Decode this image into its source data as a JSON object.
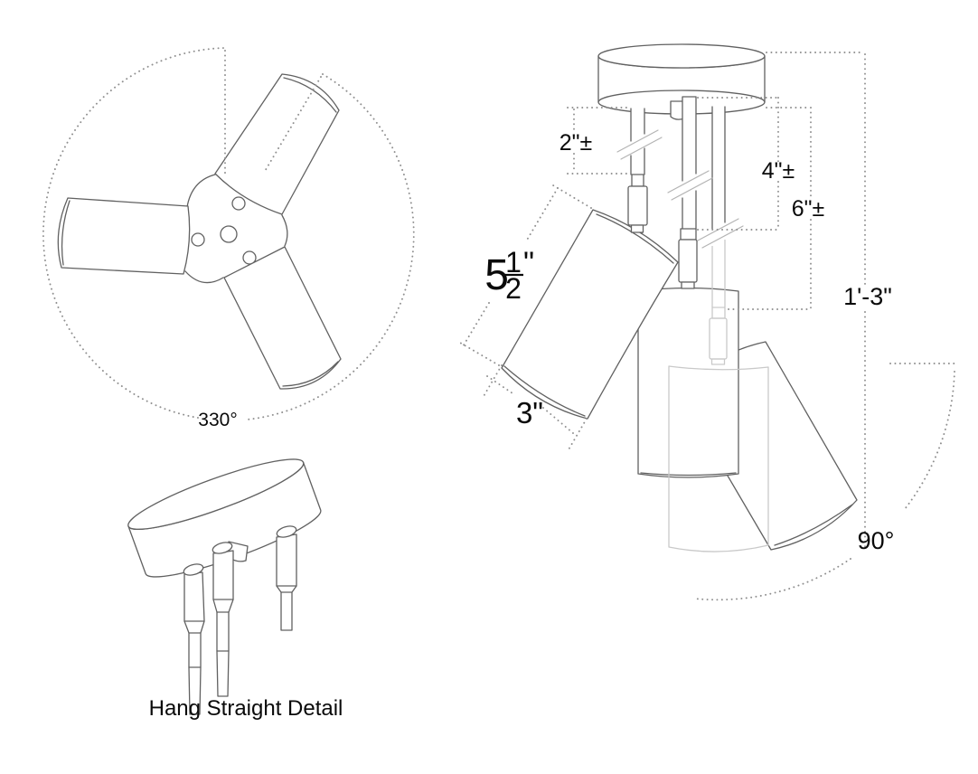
{
  "top_view": {
    "rotation": "330°"
  },
  "side_view": {
    "stem_short": "2\"±",
    "stem_medium": "4\"±",
    "stem_long": "6\"±",
    "head_length": {
      "whole": "5",
      "num": "1",
      "den": "2",
      "unit": "\""
    },
    "head_diameter": "3\"",
    "overall_drop": "1'-3\"",
    "head_rotation": "90°"
  },
  "detail_view": {
    "caption": "Hang Straight Detail"
  },
  "colors": {
    "background": "#ffffff",
    "line": "#616161",
    "ghost_line": "#c9c9c9",
    "break_mark": "#b4b4b4",
    "dimension_dots": "#8f8f8f",
    "text": "#0a0a0a"
  }
}
